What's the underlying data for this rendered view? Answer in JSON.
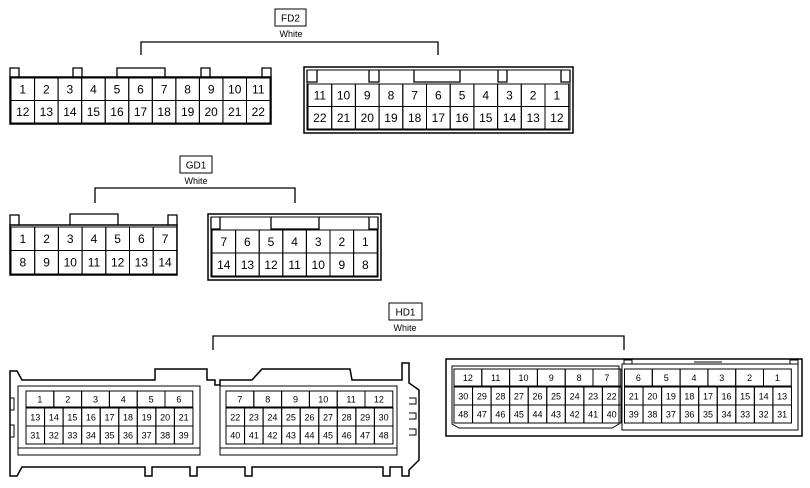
{
  "connectors": [
    {
      "name": "FD2",
      "color": "White",
      "male_rows": [
        [
          "1",
          "2",
          "3",
          "4",
          "5",
          "6",
          "7",
          "8",
          "9",
          "10",
          "11"
        ],
        [
          "12",
          "13",
          "14",
          "15",
          "16",
          "17",
          "18",
          "19",
          "20",
          "21",
          "22"
        ]
      ],
      "female_rows": [
        [
          "11",
          "10",
          "9",
          "8",
          "7",
          "6",
          "5",
          "4",
          "3",
          "2",
          "1"
        ],
        [
          "22",
          "21",
          "20",
          "19",
          "18",
          "17",
          "16",
          "15",
          "14",
          "13",
          "12"
        ]
      ]
    },
    {
      "name": "GD1",
      "color": "White",
      "male_rows": [
        [
          "1",
          "2",
          "3",
          "4",
          "5",
          "6",
          "7"
        ],
        [
          "8",
          "9",
          "10",
          "11",
          "12",
          "13",
          "14"
        ]
      ],
      "female_rows": [
        [
          "7",
          "6",
          "5",
          "4",
          "3",
          "2",
          "1"
        ],
        [
          "14",
          "13",
          "12",
          "11",
          "10",
          "9",
          "8"
        ]
      ]
    },
    {
      "name": "HD1",
      "color": "White",
      "male_left_rows": [
        [
          "1",
          "",
          "2",
          "",
          "3",
          "",
          "4",
          "",
          "5",
          "",
          "6",
          ""
        ],
        [
          "13",
          "14",
          "15",
          "16",
          "17",
          "18",
          "19",
          "20",
          "21"
        ],
        [
          "31",
          "32",
          "33",
          "34",
          "35",
          "36",
          "37",
          "38",
          "39"
        ]
      ],
      "male_right_rows": [
        [
          "7",
          "8",
          "9",
          "10",
          "11",
          "12"
        ],
        [
          "22",
          "23",
          "24",
          "25",
          "26",
          "27",
          "28",
          "29",
          "30"
        ],
        [
          "40",
          "41",
          "42",
          "43",
          "44",
          "45",
          "46",
          "47",
          "48"
        ]
      ],
      "female_left_rows": [
        [
          "12",
          "11",
          "10",
          "9",
          "8",
          "7"
        ],
        [
          "30",
          "29",
          "28",
          "27",
          "26",
          "25",
          "24",
          "23",
          "22"
        ],
        [
          "48",
          "47",
          "46",
          "45",
          "44",
          "43",
          "42",
          "41",
          "40"
        ]
      ],
      "female_right_rows": [
        [
          "6",
          "5",
          "4",
          "3",
          "2",
          "1"
        ],
        [
          "21",
          "20",
          "19",
          "18",
          "17",
          "16",
          "15",
          "14",
          "13"
        ],
        [
          "39",
          "38",
          "37",
          "36",
          "35",
          "34",
          "33",
          "32",
          "31"
        ]
      ]
    }
  ]
}
